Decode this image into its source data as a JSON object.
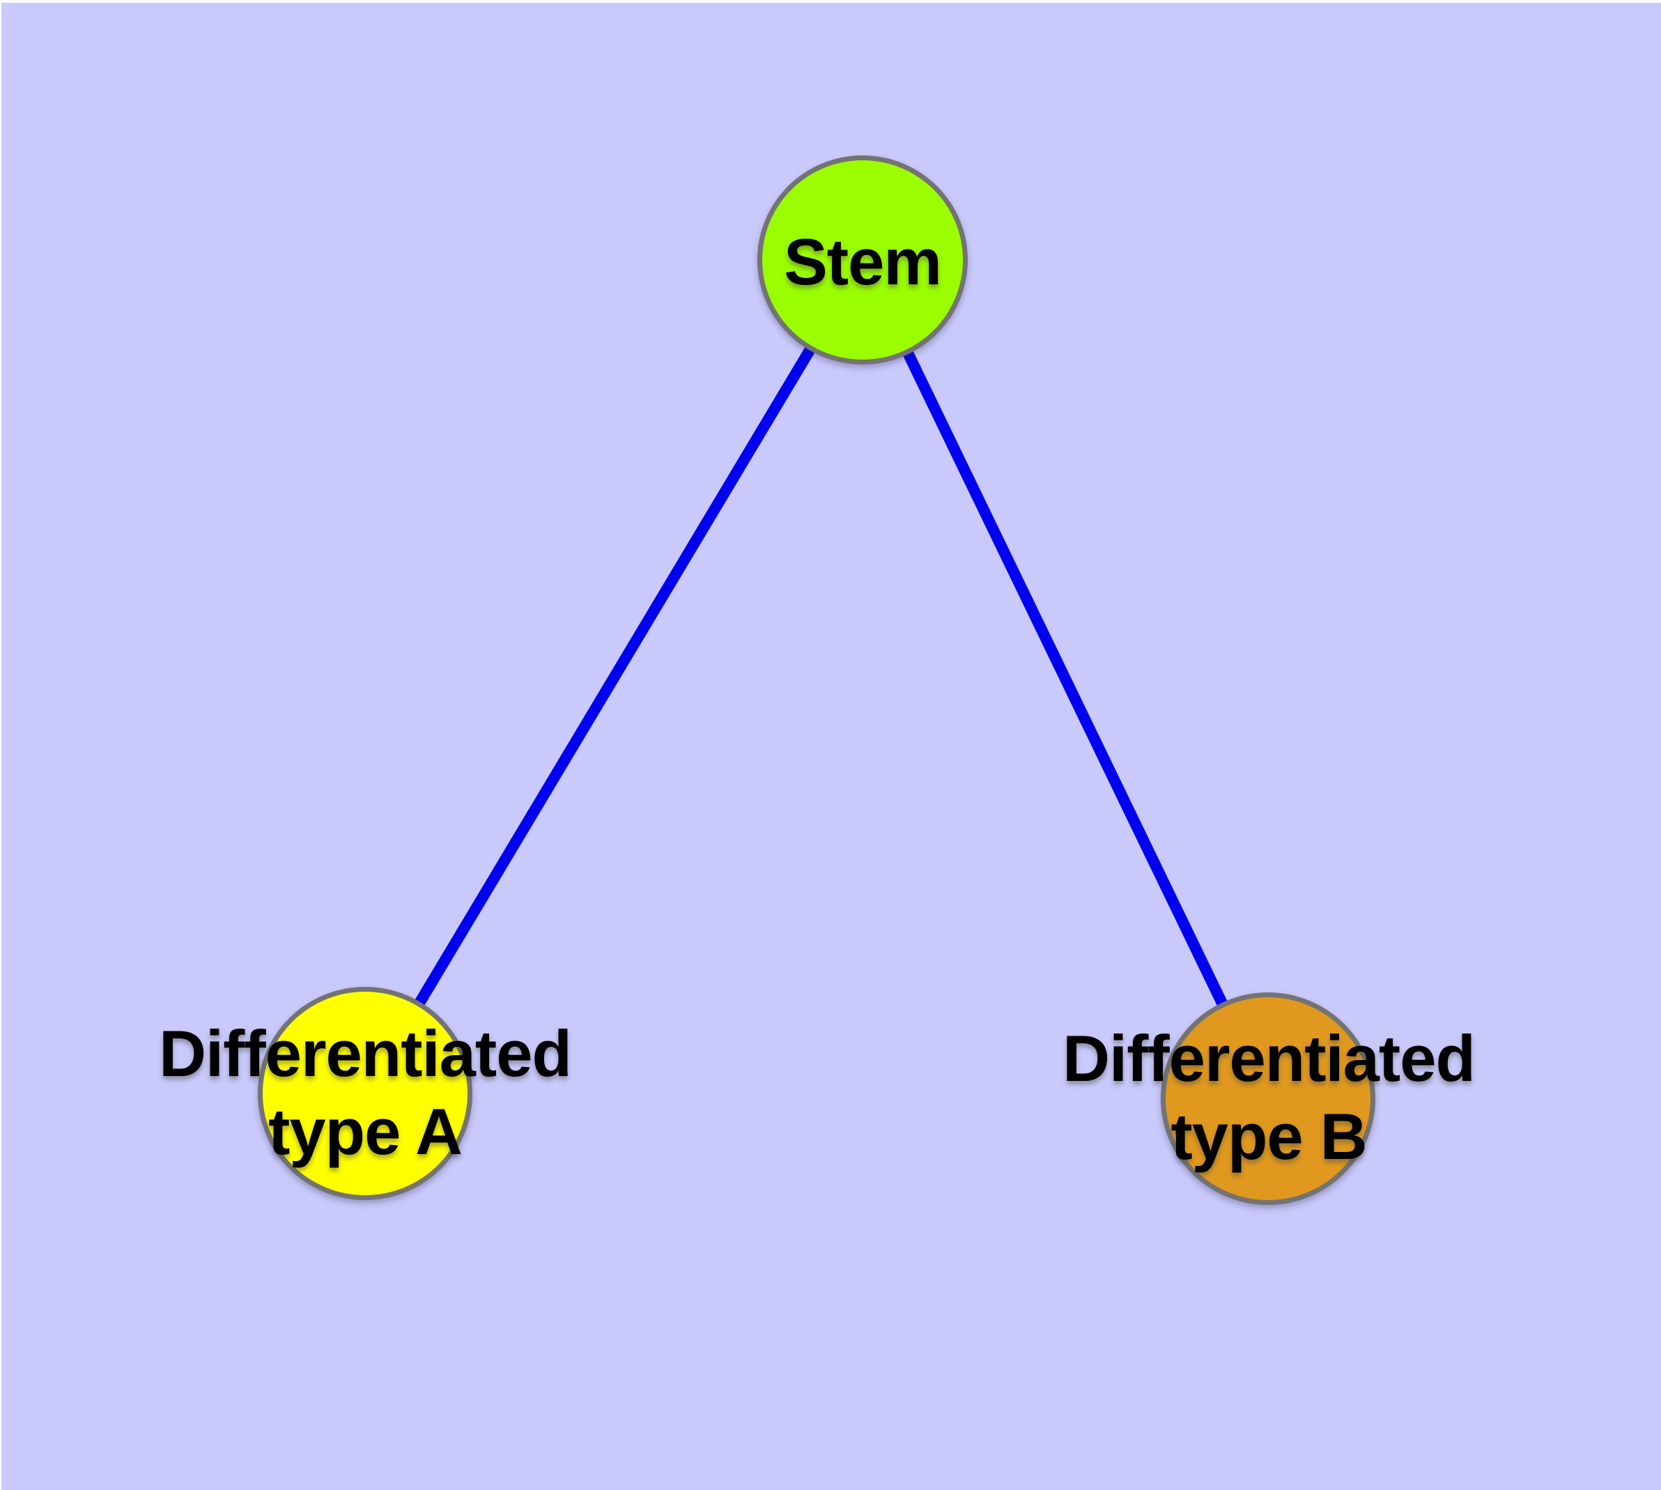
{
  "canvas": {
    "background_color": "#c9c9fb",
    "margin_color": "#ffffff"
  },
  "diagram": {
    "edge_color": "#0000f0",
    "node_border_color": "#737373",
    "text_color": "#000000",
    "nodes": {
      "stem": {
        "label": "Stem",
        "fill": "#9afe00"
      },
      "type_a": {
        "label_line1": "Differentiated",
        "label_line2": "type A",
        "fill": "#ffff00"
      },
      "type_b": {
        "label_line1": "Differentiated",
        "label_line2": "type B",
        "fill": "#e0991e"
      }
    }
  }
}
